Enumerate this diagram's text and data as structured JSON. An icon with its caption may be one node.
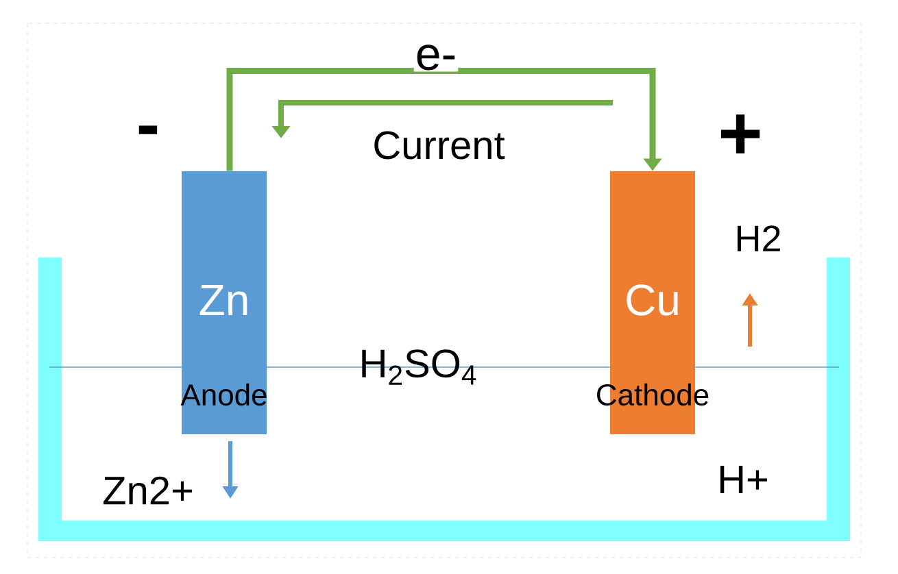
{
  "diagram": {
    "nodes": [
      {
        "text": [
          "Zn",
          "Anode"
        ]
      },
      {
        "text": [
          "Cu",
          "Cathode"
        ]
      }
    ],
    "edges": [
      {
        "from": 0,
        "to": 1,
        "arrow": "to",
        "label": "e-",
        "color": "#70ad47"
      }
    ],
    "labels": [
      "-",
      "Current",
      "+",
      "H2",
      "H$_{2}$SO$_{4}$",
      "Zn2+",
      "H+"
    ]
  }
}
